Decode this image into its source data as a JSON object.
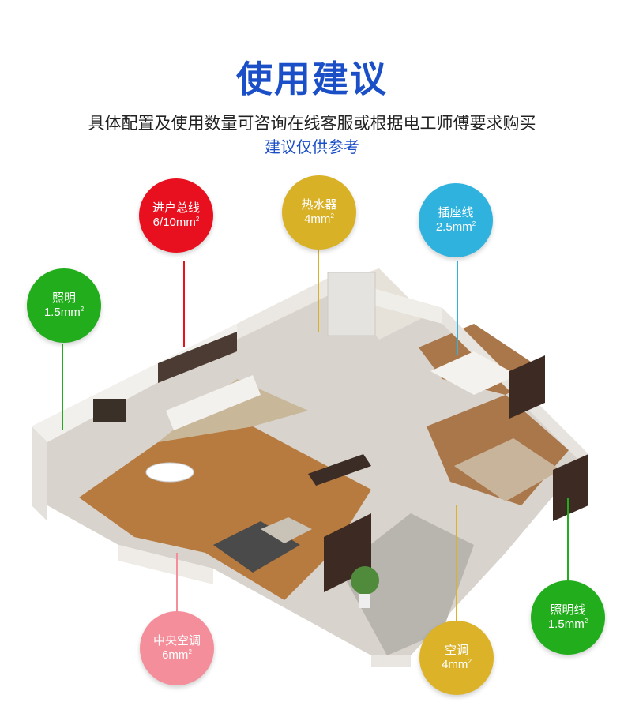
{
  "header": {
    "title": "使用建议",
    "subtitle": "具体配置及使用数量可咨询在线客服或根据电工师傅要求购买",
    "note": "建议仅供参考"
  },
  "badges": [
    {
      "label": "进户总线",
      "spec": "6/10mm",
      "sup": "2",
      "color": "#e8101f"
    },
    {
      "label": "热水器",
      "spec": "4mm",
      "sup": "2",
      "color": "#d9b126"
    },
    {
      "label": "插座线",
      "spec": "2.5mm",
      "sup": "2",
      "color": "#2fb3de"
    },
    {
      "label": "照明",
      "spec": "1.5mm",
      "sup": "2",
      "color": "#21ad1c"
    },
    {
      "label": "中央空调",
      "spec": "6mm",
      "sup": "2",
      "color": "#f48e9a"
    },
    {
      "label": "空调",
      "spec": "4mm",
      "sup": "2",
      "color": "#dcb328"
    },
    {
      "label": "照明线",
      "spec": "1.5mm",
      "sup": "2",
      "color": "#21ad1c"
    }
  ]
}
